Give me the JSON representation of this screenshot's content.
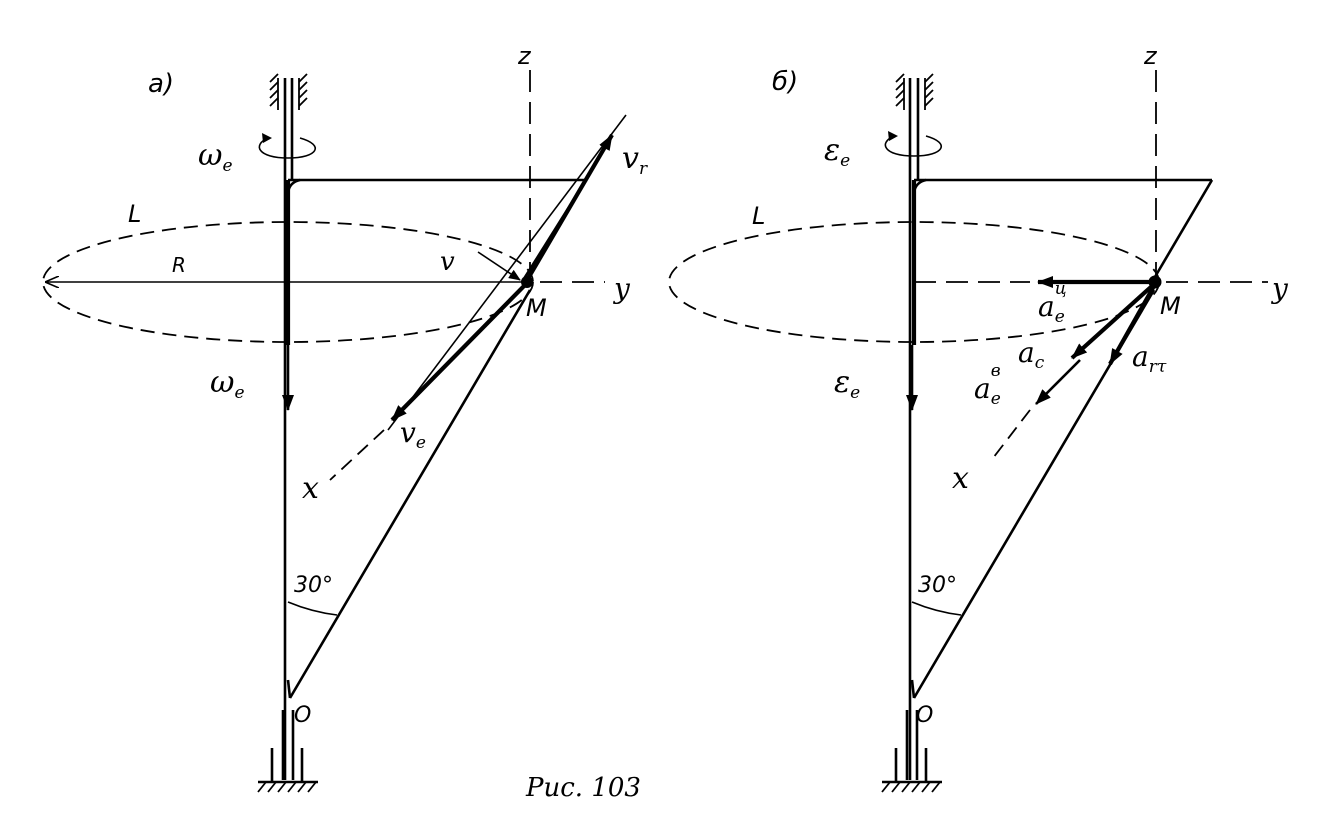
{
  "panels": [
    {
      "tag": "а)",
      "omega_label": "ω",
      "omega_sub": "e",
      "omega_lower_label": "ω",
      "omega_lower_sub": "e",
      "curve_label": "L",
      "radius_label": "R",
      "v_label": "v",
      "vr_label": "v",
      "vr_sub": "r",
      "ve_label": "v",
      "ve_sub": "e",
      "x_axis": "x",
      "y_axis": "y",
      "z_axis": "z",
      "point_m": "M",
      "point_o": "O",
      "angle": "30°"
    },
    {
      "tag": "б)",
      "eps_label": "ε",
      "eps_sub": "e",
      "eps_lower_label": "ε",
      "eps_lower_sub": "e",
      "curve_label": "L",
      "aec_label": "a",
      "aec_sub": "e",
      "aec_sup": "ц",
      "ac_label": "a",
      "ac_sub": "c",
      "aev_label": "a",
      "aev_sub": "e",
      "aev_sup": "в",
      "art_label": "a",
      "art_sub": "rτ",
      "x_axis": "x",
      "y_axis": "y",
      "z_axis": "z",
      "point_m": "M",
      "point_o": "O",
      "angle": "30°"
    }
  ],
  "caption": "Рис. 103"
}
